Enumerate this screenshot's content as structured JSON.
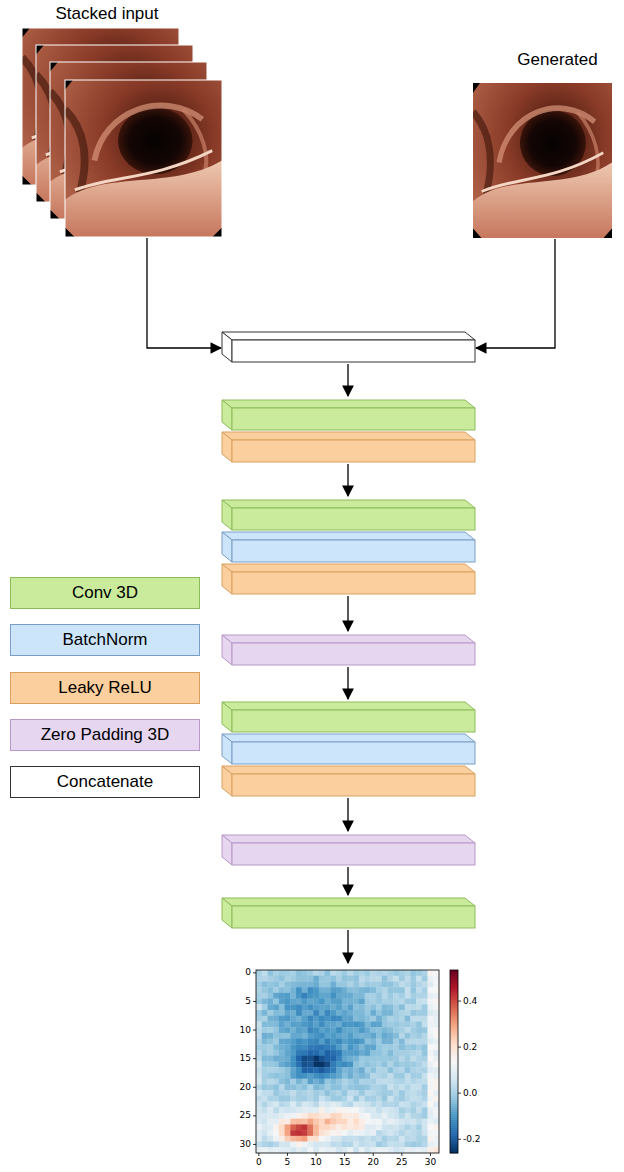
{
  "diagram": {
    "nodes": [
      {
        "text": [
          "Stacked input"
        ]
      },
      {
        "text": [
          "Generated"
        ]
      }
    ],
    "labels": [
      "0",
      "5",
      "10",
      "15",
      "20",
      "25",
      "30",
      "0",
      "5",
      "10",
      "15",
      "20",
      "25",
      "30",
      "0.4",
      "0.2",
      "0.0",
      "-0.2"
    ],
    "legend": [
      {
        "text": "Conv 3D",
        "color": "#c9eb9b"
      },
      {
        "text": "BatchNorm",
        "color": "#cce5fb"
      },
      {
        "text": "Leaky ReLU",
        "color": "#fccf9e"
      },
      {
        "text": "Zero Padding 3D",
        "color": "#e6d6f0"
      },
      {
        "text": "Concatenate",
        "color": "#ffffff"
      }
    ]
  }
}
